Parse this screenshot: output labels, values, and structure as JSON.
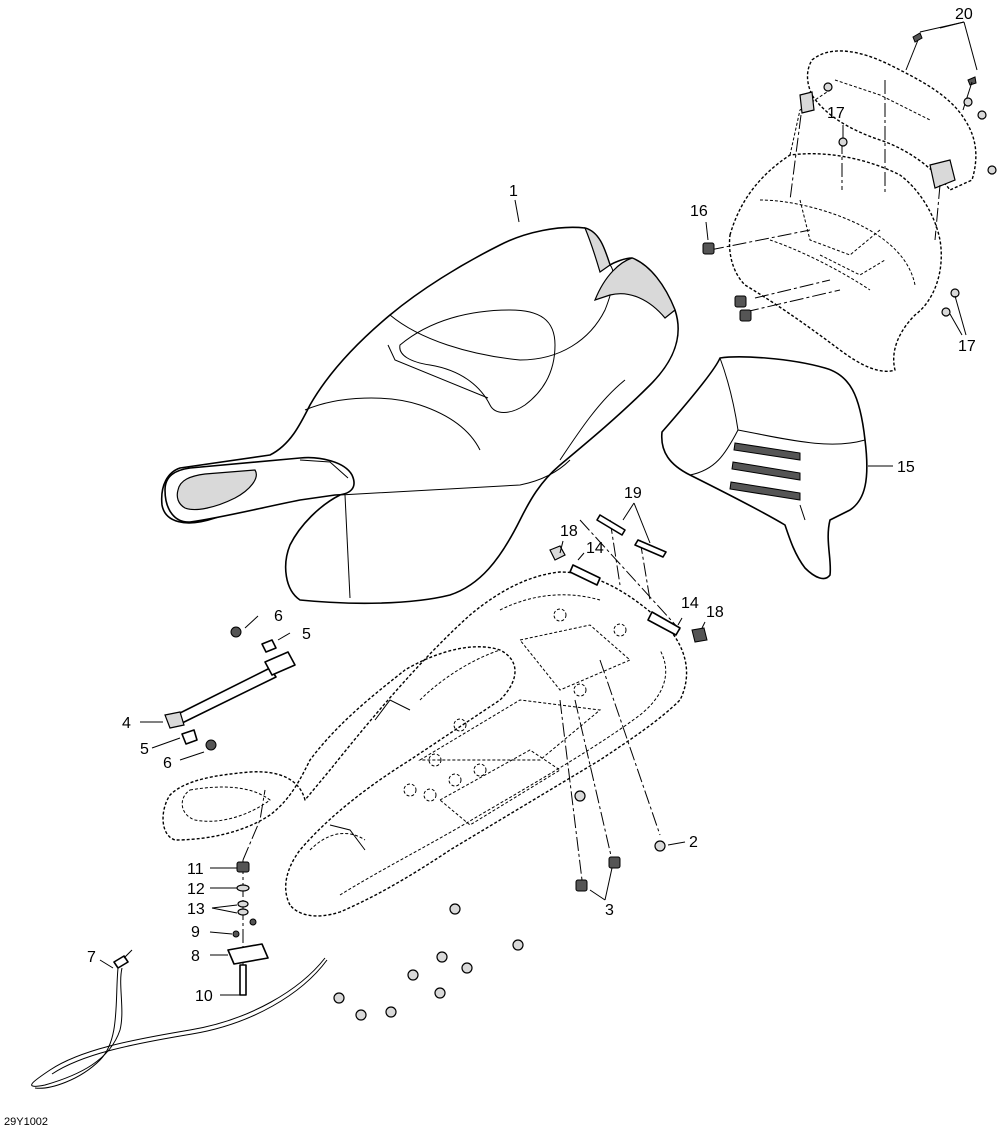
{
  "figure_id": "29Y1002",
  "callouts": {
    "c1": "1",
    "c2": "2",
    "c3": "3",
    "c4": "4",
    "c5a": "5",
    "c5b": "5",
    "c6a": "6",
    "c6b": "6",
    "c7": "7",
    "c8": "8",
    "c9": "9",
    "c10": "10",
    "c11": "11",
    "c12": "12",
    "c13": "13",
    "c14a": "14",
    "c14b": "14",
    "c15": "15",
    "c16": "16",
    "c17a": "17",
    "c17b": "17",
    "c18a": "18",
    "c18b": "18",
    "c19": "19",
    "c20": "20"
  },
  "parts": [
    {
      "ref": "1",
      "name": "seat-cover"
    },
    {
      "ref": "2",
      "name": "bumper-pad"
    },
    {
      "ref": "3",
      "name": "clip-nut"
    },
    {
      "ref": "4",
      "name": "gas-spring"
    },
    {
      "ref": "5",
      "name": "ball-stud"
    },
    {
      "ref": "6",
      "name": "nut"
    },
    {
      "ref": "7",
      "name": "release-cable"
    },
    {
      "ref": "8",
      "name": "latch-plate"
    },
    {
      "ref": "9",
      "name": "screw"
    },
    {
      "ref": "10",
      "name": "latch-pin"
    },
    {
      "ref": "11",
      "name": "square-nut"
    },
    {
      "ref": "12",
      "name": "washer"
    },
    {
      "ref": "13",
      "name": "lock-washer"
    },
    {
      "ref": "14",
      "name": "hinge-pin"
    },
    {
      "ref": "15",
      "name": "backrest"
    },
    {
      "ref": "16",
      "name": "speed-nut"
    },
    {
      "ref": "17",
      "name": "screw"
    },
    {
      "ref": "18",
      "name": "nut"
    },
    {
      "ref": "19",
      "name": "bolt"
    },
    {
      "ref": "20",
      "name": "screw"
    }
  ]
}
